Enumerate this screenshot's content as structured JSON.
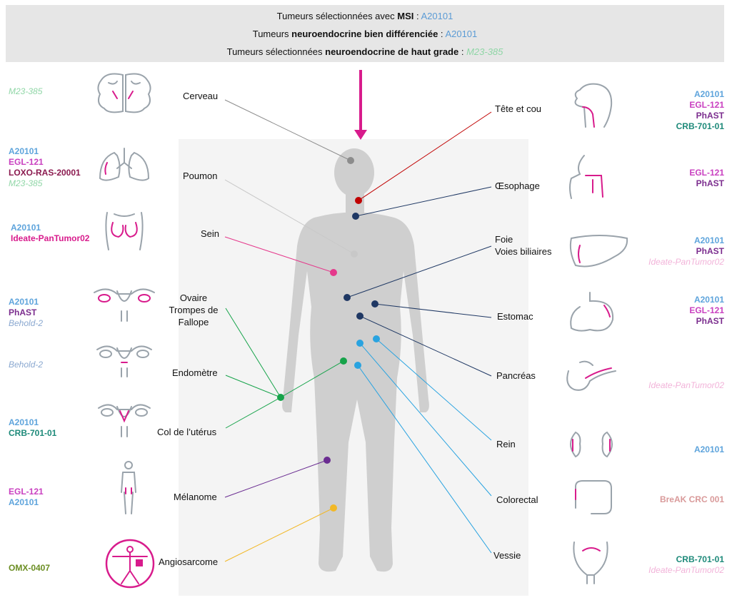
{
  "header": {
    "line1": {
      "pre": "Tumeurs sélectionnées avec ",
      "bold": "MSI",
      "sep": " : ",
      "study": "A20101"
    },
    "line2": {
      "pre": "Tumeurs ",
      "bold": "neuroendocrine bien différenciée",
      "sep": " : ",
      "study": "A20101"
    },
    "line3": {
      "pre": "Tumeurs sélectionnées ",
      "bold": "neuroendocrine de haut grade",
      "sep": " : ",
      "study": "M23-385"
    }
  },
  "left_organs": {
    "cerveau": {
      "label": "Cerveau",
      "studies": [
        "M23-385"
      ]
    },
    "poumon": {
      "label": "Poumon",
      "studies": [
        "A20101",
        "EGL-121",
        "LOXO-RAS-20001",
        "M23-385"
      ]
    },
    "sein": {
      "label": "Sein",
      "studies": [
        "A20101",
        "Ideate-PanTumor02"
      ]
    },
    "ovaire": {
      "label_lines": [
        "Ovaire",
        "Trompes de",
        "Fallope"
      ],
      "studies": [
        "A20101",
        "PhAST",
        "Behold-2"
      ]
    },
    "endometre": {
      "label": "Endomètre",
      "studies": [
        "Behold-2"
      ]
    },
    "col": {
      "label": "Col de l’utérus",
      "studies": [
        "A20101",
        "CRB-701-01"
      ]
    },
    "melanome": {
      "label": "Mélanome",
      "studies": [
        "EGL-121",
        "A20101"
      ]
    },
    "angiosarcome": {
      "label": "Angiosarcome",
      "studies": [
        "OMX-0407"
      ]
    }
  },
  "right_organs": {
    "tete": {
      "label": "Tête et cou",
      "studies": [
        "A20101",
        "EGL-121",
        "PhAST",
        "CRB-701-01"
      ]
    },
    "oesophage": {
      "label": "Œsophage",
      "studies": [
        "EGL-121",
        "PhAST"
      ]
    },
    "foie": {
      "label_lines": [
        "Foie",
        "Voies biliaires"
      ],
      "studies": [
        "A20101",
        "PhAST",
        "Ideate-PanTumor02"
      ]
    },
    "estomac": {
      "label": "Estomac",
      "studies": [
        "A20101",
        "EGL-121",
        "PhAST"
      ]
    },
    "pancreas": {
      "label": "Pancréas",
      "studies": [
        "Ideate-PanTumor02"
      ]
    },
    "rein": {
      "label": "Rein",
      "studies": [
        "A20101"
      ]
    },
    "colorectal": {
      "label": "Colorectal",
      "studies": [
        "BreAK CRC 001"
      ]
    },
    "vessie": {
      "label": "Vessie",
      "studies": [
        "CRB-701-01",
        "Ideate-PanTumor02"
      ]
    }
  },
  "colors": {
    "arrow": "#d81b8c",
    "body": "#cfcfcf",
    "icon_stroke": "#9aa3ab",
    "icon_accent": "#d81b8c",
    "dot_brain": "#8c8c8c",
    "dot_head": "#c00000",
    "dot_digestive": "#1f3864",
    "dot_uro": "#29a3e0",
    "dot_gyneco": "#16a34a",
    "dot_breast": "#e5398c",
    "dot_lung": "#c8c8c8",
    "dot_melanoma": "#6a2c91",
    "dot_angio": "#f2b826"
  }
}
